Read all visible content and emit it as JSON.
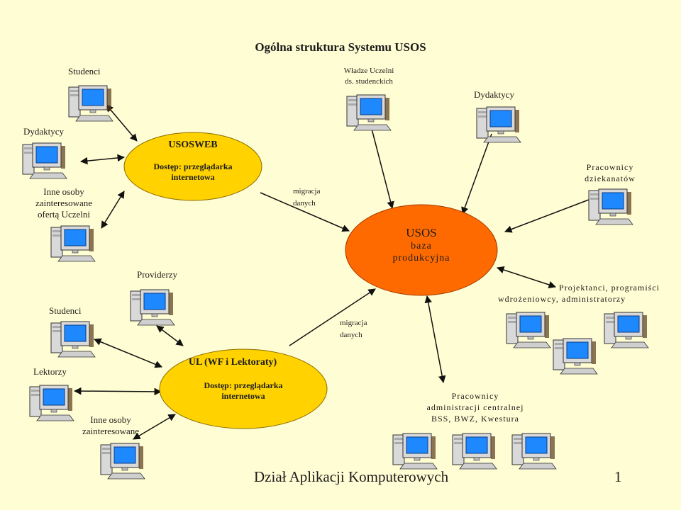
{
  "title": "Ogólna struktura Systemu USOS",
  "footer": {
    "department": "Dział Aplikacji Komputerowych",
    "page": "1"
  },
  "nodes": {
    "usosweb": {
      "title": "USOSWEB",
      "subtitle_line1": "Dostęp: przeglądarka",
      "subtitle_line2": "internetowa"
    },
    "usos_db": {
      "line1": "USOS",
      "line2": "baza",
      "line3": "produkcyjna"
    },
    "ul": {
      "title": "UL (WF i Lektoraty)",
      "subtitle_line1": "Dostęp: przeglądarka",
      "subtitle_line2": "internetowa"
    }
  },
  "labels": {
    "studenci_top": "Studenci",
    "wladze_line1": "Władze Uczelni",
    "wladze_line2": "ds. studenckich",
    "dydaktycy_right": "Dydaktycy",
    "dydaktycy_left": "Dydaktycy",
    "inne_line1": "Inne osoby",
    "inne_line2": "zainteresowane",
    "inne_line3": "ofertą Uczelni",
    "migracja_top_1": "migracja",
    "migracja_top_2": "danych",
    "pracownicy_dz_1": "Pracownicy",
    "pracownicy_dz_2": "dziekanatów",
    "providerzy": "Providerzy",
    "studenci_mid": "Studenci",
    "projektanci_1": "Projektanci, programiści",
    "projektanci_2": "wdrożeniowcy, administratorzy",
    "migracja_bot_1": "migracja",
    "migracja_bot_2": "danych",
    "lektorzy": "Lektorzy",
    "inne_bot_1": "Inne osoby",
    "inne_bot_2": "zainteresowane",
    "admin_1": "Pracownicy",
    "admin_2": "administracji centralnej",
    "admin_3": "BSS, BWZ, Kwestura"
  },
  "colors": {
    "background": "#fffdd3",
    "usosweb_fill": "#ffd200",
    "usos_db_fill": "#ff6a00",
    "ul_fill": "#ffd200",
    "monitor_screen": "#1e88ff"
  },
  "icons": [
    "computer-icon",
    "arrow"
  ]
}
